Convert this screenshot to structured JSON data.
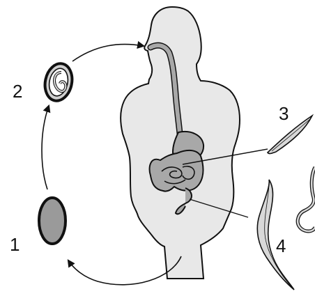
{
  "labels": {
    "egg_fresh": "1",
    "egg_embryonated": "2",
    "male_worm": "3",
    "female_worm": "4"
  },
  "colors": {
    "outline": "#111111",
    "body_fill": "#e8e8e8",
    "gut_fill": "#a8a8a8",
    "egg_fill": "#9a9a9a",
    "worm_fill": "#d8d8d8"
  }
}
